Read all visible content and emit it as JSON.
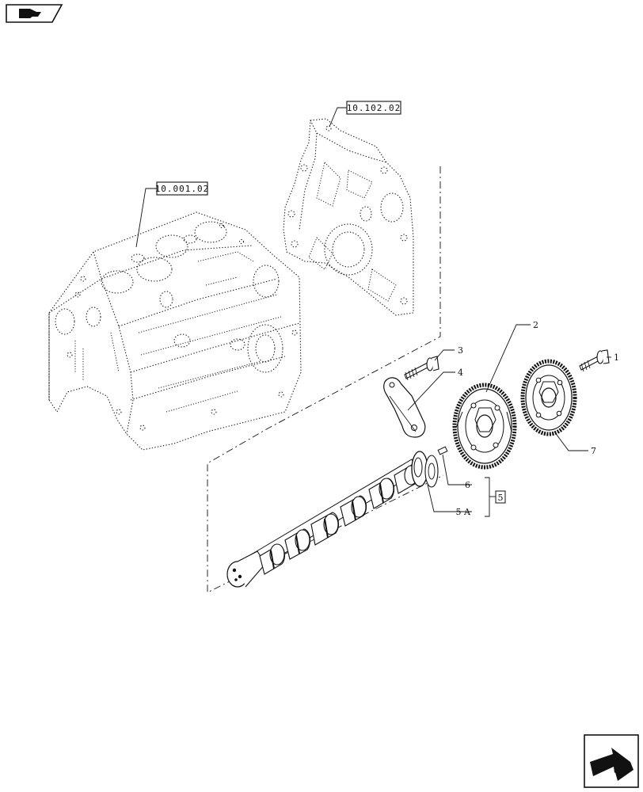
{
  "references": {
    "block": "10.001.02",
    "timing_cover": "10.102.02"
  },
  "callouts": [
    {
      "key": "c1",
      "text": "1"
    },
    {
      "key": "c2",
      "text": "2"
    },
    {
      "key": "c3",
      "text": "3"
    },
    {
      "key": "c4",
      "text": "4"
    },
    {
      "key": "c5",
      "text": "5"
    },
    {
      "key": "c5a",
      "text": "5 A"
    },
    {
      "key": "c6",
      "text": "6"
    },
    {
      "key": "c7",
      "text": "7"
    }
  ],
  "icons": {
    "top_left": "book-page-icon",
    "bottom_right": "next-page-arrow-icon"
  }
}
